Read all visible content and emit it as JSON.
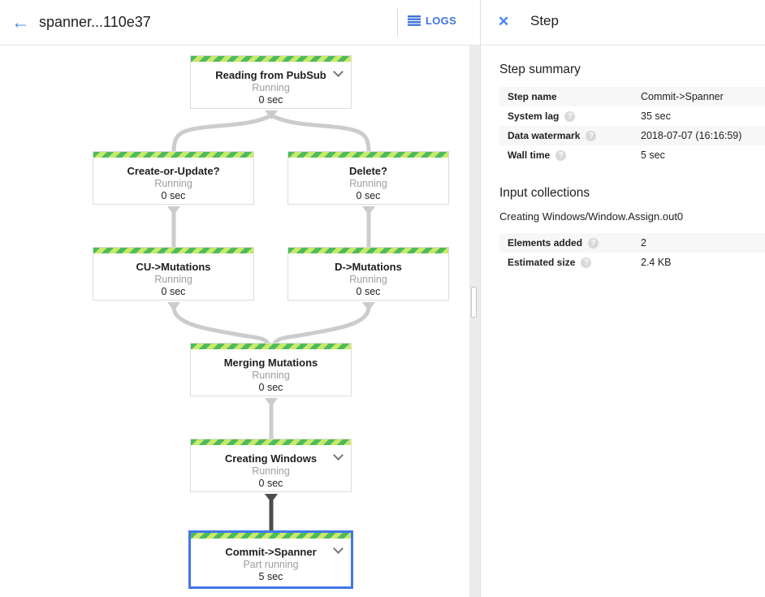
{
  "topbar": {
    "title": "spanner...110e37",
    "logs_label": "LOGS"
  },
  "icons": {
    "back": "←",
    "close": "✕",
    "help": "?"
  },
  "colors": {
    "accent_blue": "#4285f4",
    "selected_border_blue": "#4377e8",
    "stripe_green": "#4fba5f",
    "stripe_lime": "#c8e96a",
    "edge_gray": "#cccccc",
    "edge_dark": "#4d4d4d",
    "status_gray": "#9e9e9e",
    "zebra_row": "#f7f7f7"
  },
  "panel": {
    "title": "Step",
    "step_summary": {
      "heading": "Step summary",
      "rows": [
        {
          "label": "Step name",
          "value": "Commit->Spanner"
        },
        {
          "label": "System lag",
          "value": "35 sec"
        },
        {
          "label": "Data watermark",
          "value": "2018-07-07 (16:16:59)"
        },
        {
          "label": "Wall time",
          "value": "5 sec"
        }
      ]
    },
    "input_collections": {
      "heading": "Input collections",
      "collection_name": "Creating Windows/Window.Assign.out0",
      "rows": [
        {
          "label": "Elements added",
          "value": "2"
        },
        {
          "label": "Estimated size",
          "value": "2.4 KB"
        }
      ]
    }
  },
  "graph": {
    "nodes": [
      {
        "title": "Reading from PubSub",
        "status": "Running",
        "time": "0 sec"
      },
      {
        "title": "Create-or-Update?",
        "status": "Running",
        "time": "0 sec"
      },
      {
        "title": "Delete?",
        "status": "Running",
        "time": "0 sec"
      },
      {
        "title": "CU->Mutations",
        "status": "Running",
        "time": "0 sec"
      },
      {
        "title": "D->Mutations",
        "status": "Running",
        "time": "0 sec"
      },
      {
        "title": "Merging Mutations",
        "status": "Running",
        "time": "0 sec"
      },
      {
        "title": "Creating Windows",
        "status": "Running",
        "time": "0 sec"
      },
      {
        "title": "Commit->Spanner",
        "status": "Part running",
        "time": "5 sec"
      }
    ]
  }
}
